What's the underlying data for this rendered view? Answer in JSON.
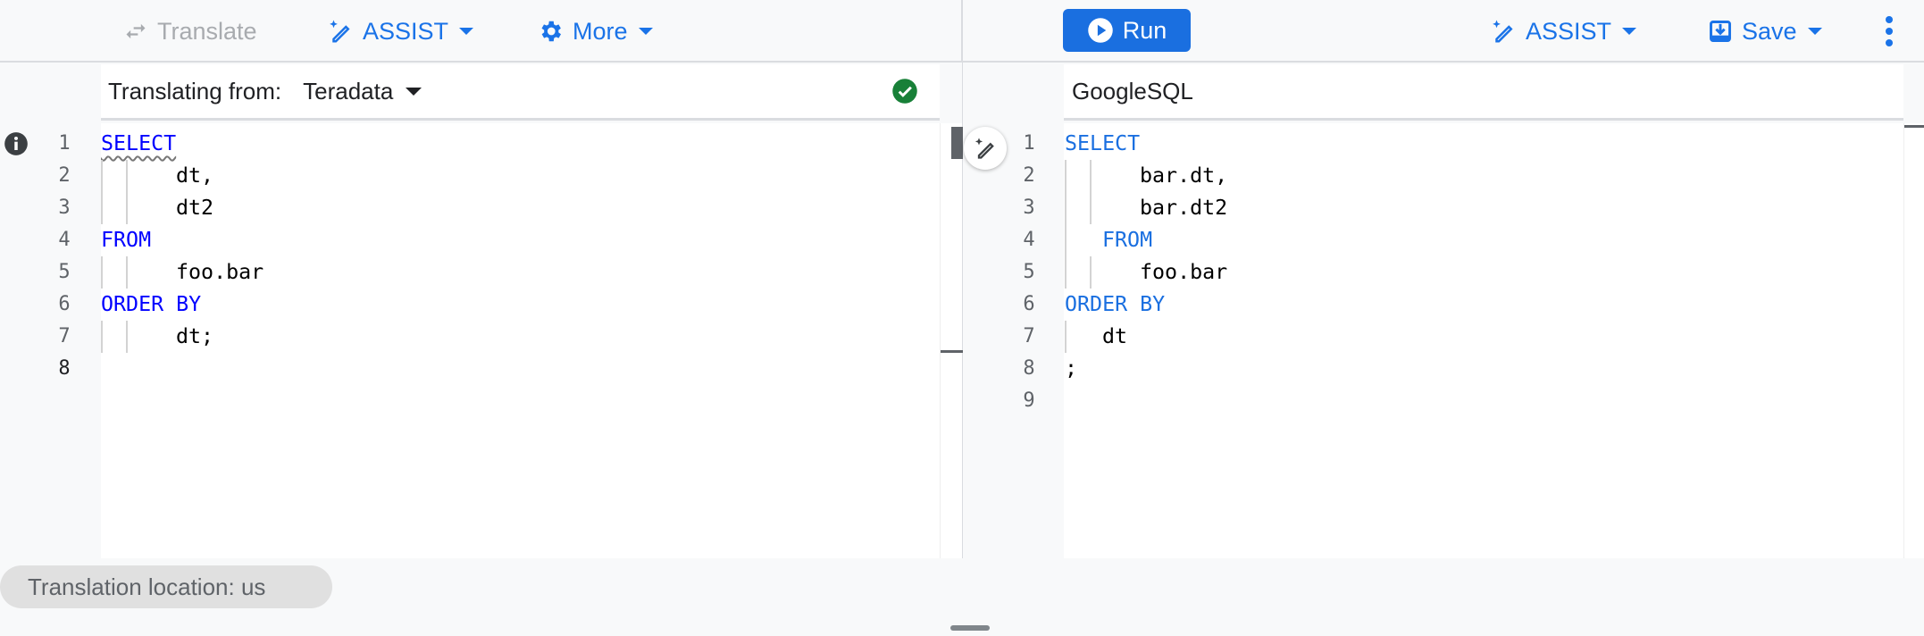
{
  "left_toolbar": {
    "translate_label": "Translate",
    "assist_label": "ASSIST",
    "more_label": "More"
  },
  "right_toolbar": {
    "run_label": "Run",
    "assist_label": "ASSIST",
    "save_label": "Save"
  },
  "source": {
    "translating_from_label": "Translating from:",
    "dialect": "Teradata",
    "status": "valid",
    "lines": [
      {
        "n": "1",
        "kw": "SELECT",
        "text": "",
        "indent": 0
      },
      {
        "n": "2",
        "kw": "",
        "text": "dt,",
        "indent": 2
      },
      {
        "n": "3",
        "kw": "",
        "text": "dt2",
        "indent": 2
      },
      {
        "n": "4",
        "kw": "FROM",
        "text": "",
        "indent": 0
      },
      {
        "n": "5",
        "kw": "",
        "text": "foo.bar",
        "indent": 2
      },
      {
        "n": "6",
        "kw": "ORDER BY",
        "text": "",
        "indent": 0
      },
      {
        "n": "7",
        "kw": "",
        "text": "dt;",
        "indent": 2
      },
      {
        "n": "8",
        "kw": "",
        "text": "",
        "indent": 0
      }
    ]
  },
  "target": {
    "dialect": "GoogleSQL",
    "lines": [
      {
        "n": "1",
        "kw": "SELECT",
        "text": "",
        "indent": 0
      },
      {
        "n": "2",
        "kw": "",
        "text": "bar.dt,",
        "indent": 2
      },
      {
        "n": "3",
        "kw": "",
        "text": "bar.dt2",
        "indent": 2
      },
      {
        "n": "4",
        "kw": "FROM",
        "text": "",
        "indent": 1
      },
      {
        "n": "5",
        "kw": "",
        "text": "foo.bar",
        "indent": 2
      },
      {
        "n": "6",
        "kw": "ORDER BY",
        "text": "",
        "indent": 0
      },
      {
        "n": "7",
        "kw": "",
        "text": "dt",
        "indent": 1
      },
      {
        "n": "8",
        "kw": "",
        "text": ";",
        "indent": 0
      },
      {
        "n": "9",
        "kw": "",
        "text": "",
        "indent": 0
      }
    ]
  },
  "footer": {
    "location_label": "Translation location: us"
  },
  "colors": {
    "accent": "#1a73e8",
    "source_keyword": "#0000ff",
    "target_keyword": "#1a6fe0",
    "success": "#188038"
  }
}
